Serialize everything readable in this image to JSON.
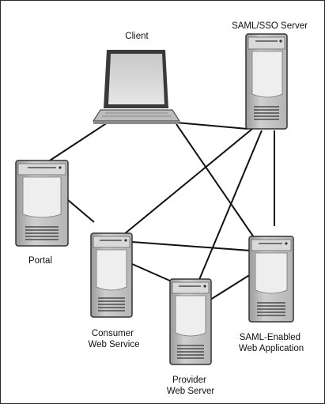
{
  "nodes": {
    "client": {
      "label_lines": [
        "Client"
      ]
    },
    "sso_server": {
      "label_lines": [
        "SAML/SSO Server"
      ]
    },
    "portal": {
      "label_lines": [
        "Portal"
      ]
    },
    "consumer": {
      "label_lines": [
        "Consumer",
        "Web Service"
      ]
    },
    "provider": {
      "label_lines": [
        "Provider",
        "Web Server"
      ]
    },
    "saml_app": {
      "label_lines": [
        "SAML-Enabled",
        "Web Application"
      ]
    }
  },
  "colors": {
    "line": "#111111",
    "device_body": "#bdbdbd",
    "device_front": "#d6d6d6",
    "device_outline": "#333333"
  }
}
